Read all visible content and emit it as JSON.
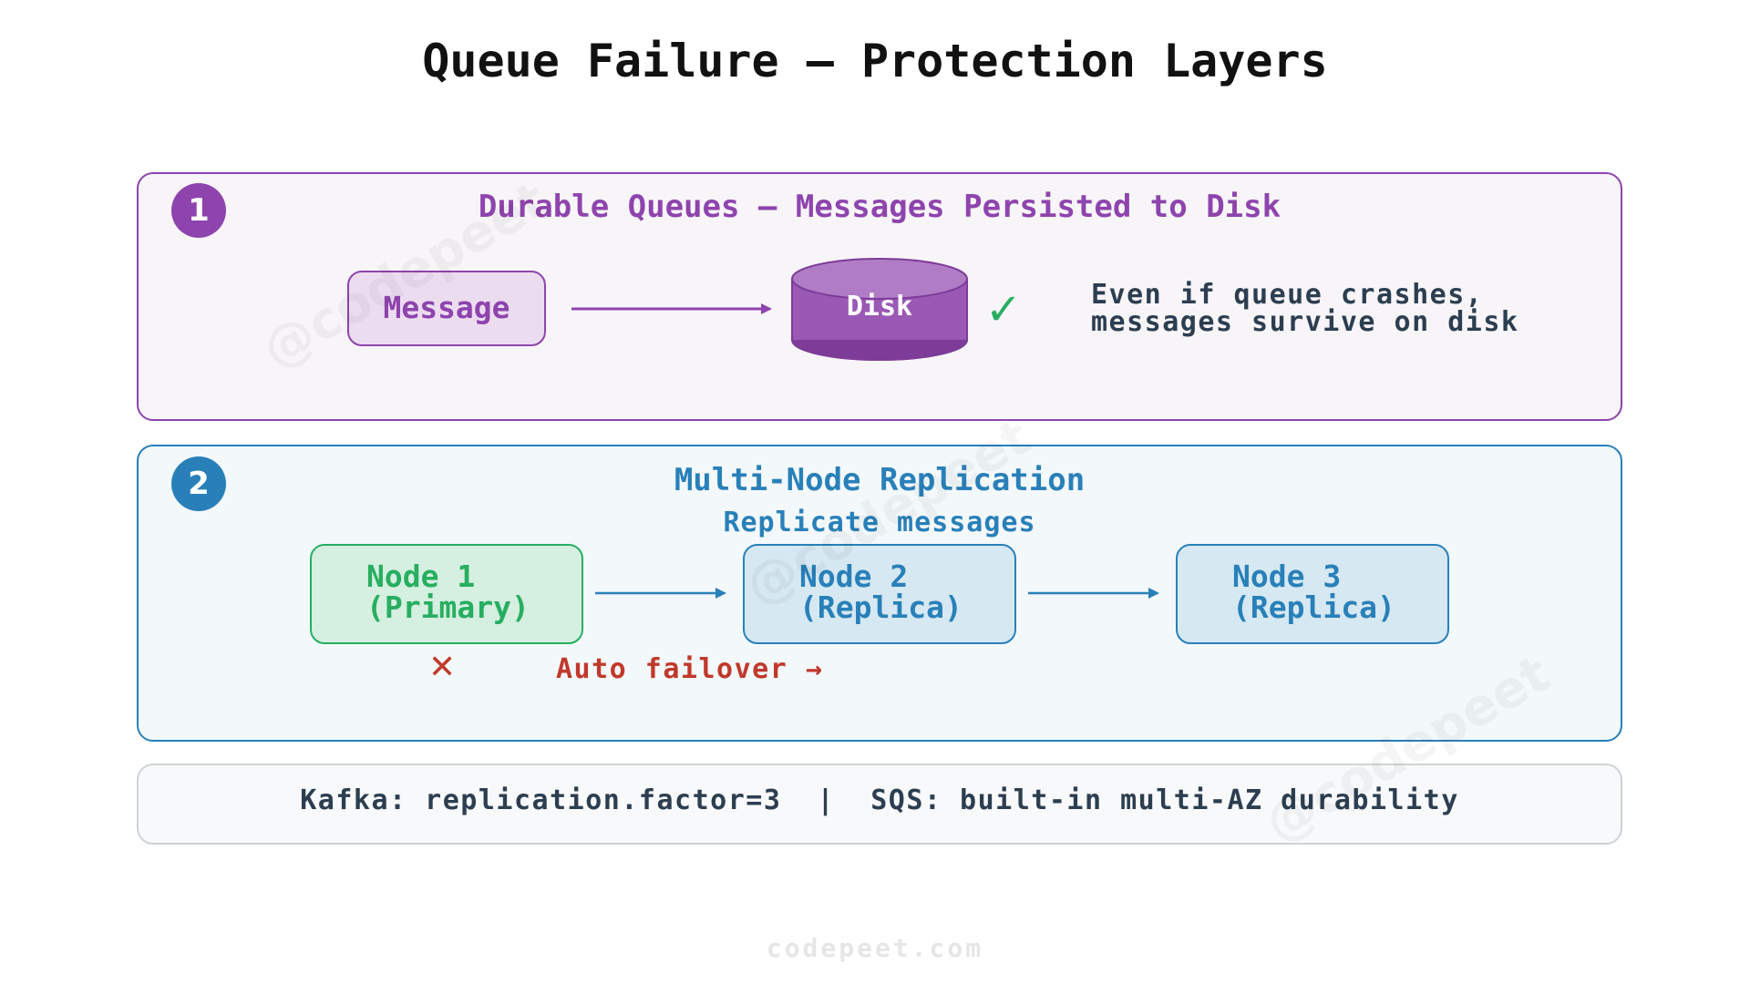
{
  "title": "Queue Failure — Protection Layers",
  "layer1": {
    "badge": "1",
    "heading": "Durable Queues — Messages Persisted to Disk",
    "message_label": "Message",
    "disk_label": "Disk",
    "check_glyph": "✓",
    "note": "Even if queue crashes,\nmessages survive on disk",
    "colors": {
      "accent": "#8e44ad",
      "fill": "#ecdcf0",
      "success": "#27ae60"
    }
  },
  "layer2": {
    "badge": "2",
    "heading": "Multi-Node Replication",
    "replicate_label": "Replicate messages",
    "nodes": [
      {
        "label": "Node 1\n(Primary)"
      },
      {
        "label": "Node 2\n(Replica)"
      },
      {
        "label": "Node 3\n(Replica)"
      }
    ],
    "fail_glyph": "✕",
    "failover_label": "Auto failover →",
    "colors": {
      "accent": "#2980b9",
      "primary": "#27ae60",
      "primary_fill": "#d5efe1",
      "replica_fill": "#d6e8f2",
      "danger": "#c0392b"
    }
  },
  "footer": {
    "text": "Kafka: replication.factor=3  |  SQS: built-in multi-AZ durability"
  },
  "watermark": {
    "text": "@codepeet",
    "site": "codepeet.com"
  }
}
